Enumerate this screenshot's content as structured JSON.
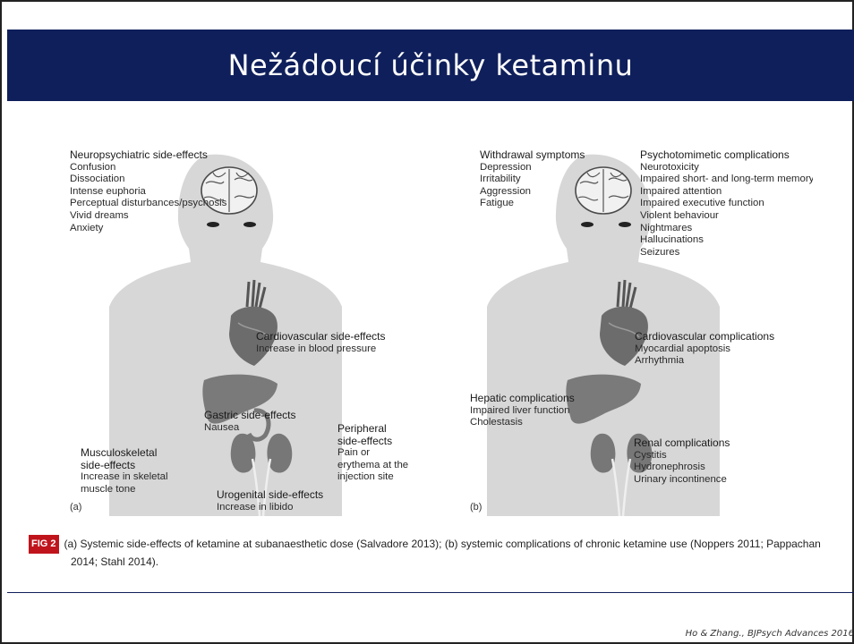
{
  "slide": {
    "title": "Nežádoucí účinky ketaminu",
    "credit": "Ho & Zhang., BJPsych Advances 2016"
  },
  "figure": {
    "badge": "FIG 2",
    "caption_line1": "(a) Systemic side-effects of ketamine at subanaesthetic dose (Salvadore 2013); (b) systemic complications of chronic ketamine use (Noppers 2011; Pappachan",
    "caption_line2": "2014; Stahl 2014).",
    "panel_a": {
      "letter": "(a)",
      "neuro": {
        "heading": "Neuropsychiatric side-effects",
        "items": [
          "Confusion",
          "Dissociation",
          "Intense euphoria",
          "Perceptual disturbances/psychosis",
          "Vivid dreams",
          "Anxiety"
        ]
      },
      "cardio": {
        "heading": "Cardiovascular side-effects",
        "items": [
          "Increase in blood pressure"
        ]
      },
      "gastric": {
        "heading": "Gastric side-effects",
        "items": [
          "Nausea"
        ]
      },
      "peripheral": {
        "heading_lines": [
          "Peripheral",
          "side-effects"
        ],
        "items": [
          "Pain or",
          "erythema at the",
          "injection site"
        ]
      },
      "musculo": {
        "heading_lines": [
          "Musculoskeletal",
          "side-effects"
        ],
        "items": [
          "Increase in skeletal",
          "muscle tone"
        ]
      },
      "urogenital": {
        "heading": "Urogenital side-effects",
        "items": [
          "Increase in libido"
        ]
      }
    },
    "panel_b": {
      "letter": "(b)",
      "withdrawal": {
        "heading": "Withdrawal symptoms",
        "items": [
          "Depression",
          "Irritability",
          "Aggression",
          "Fatigue"
        ]
      },
      "psycho": {
        "heading": "Psychotomimetic complications",
        "items": [
          "Neurotoxicity",
          "Impaired short- and long-term memory",
          "Impaired attention",
          "Impaired executive function",
          "Violent behaviour",
          "Nightmares",
          "Hallucinations",
          "Seizures"
        ]
      },
      "cardio": {
        "heading": "Cardiovascular complications",
        "items": [
          "Myocardial apoptosis",
          "Arrhythmia"
        ]
      },
      "hepatic": {
        "heading": "Hepatic complications",
        "items": [
          "Impaired liver function",
          "Cholestasis"
        ]
      },
      "renal": {
        "heading": "Renal complications",
        "items": [
          "Cystitis",
          "Hydronephrosis",
          "Urinary incontinence"
        ]
      }
    }
  }
}
